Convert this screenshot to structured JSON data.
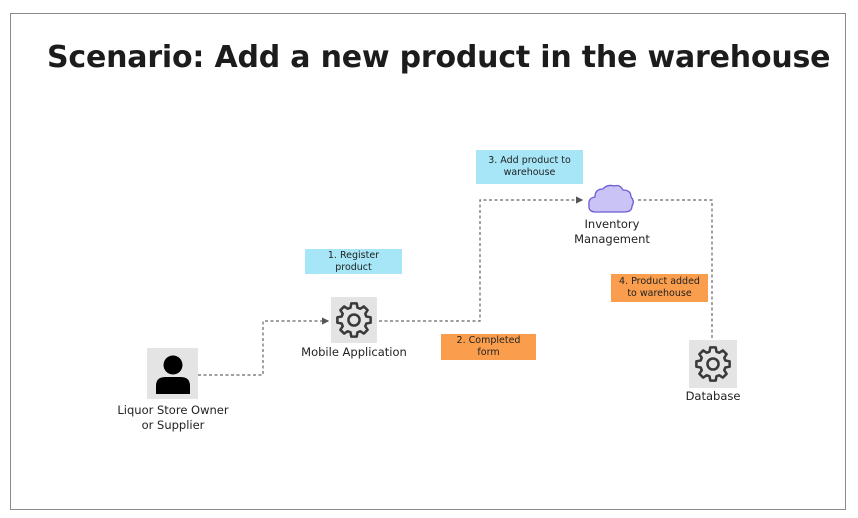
{
  "title": "Scenario: Add a new product in the warehouse",
  "nodes": {
    "owner": "Liquor Store Owner or Supplier",
    "mobile_app": "Mobile Application",
    "inventory": "Inventory Management",
    "database": "Database"
  },
  "steps": {
    "step1": "1. Register product",
    "step2": "2. Completed form",
    "step3": "3. Add product to warehouse",
    "step4": "4. Product added to warehouse"
  },
  "colors": {
    "blue_note": "#a6e6f7",
    "orange_note": "#fa9e4e",
    "cloud_fill": "#c9c4f5",
    "cloud_stroke": "#6b5cd6"
  },
  "icons": [
    "person-icon",
    "gear-icon",
    "cloud-icon",
    "gear-icon"
  ]
}
